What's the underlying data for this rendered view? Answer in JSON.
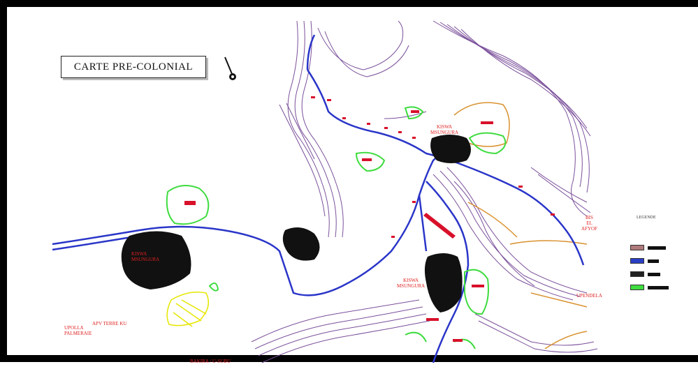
{
  "map": {
    "title": "CARTE  PRE-COLONIAL",
    "labels": [
      {
        "id": "l1",
        "text": "KISWA\nMSUNGURA"
      },
      {
        "id": "l2",
        "text": "KISWA\nMSUNGURA"
      },
      {
        "id": "l3",
        "text": "KISWA\nMSUNGURA"
      },
      {
        "id": "l4",
        "text": "BIS\nEL\nAFYOF"
      },
      {
        "id": "l5",
        "text": "UPENDELA"
      },
      {
        "id": "l6",
        "text": "APV TERRE KU"
      },
      {
        "id": "l7",
        "text": "UPOLLA\nPALMERAIE"
      },
      {
        "id": "l8",
        "text": "BAKIRA / U-SUBU"
      }
    ],
    "legend": {
      "title": "LEGENDE",
      "items": [
        {
          "color": "#b07a7a",
          "label": ""
        },
        {
          "color": "#2a3fc7",
          "label": ""
        },
        {
          "color": "#222222",
          "label": ""
        },
        {
          "color": "#3fdc3f",
          "label": ""
        }
      ]
    },
    "colors": {
      "river": "#2a35c8",
      "contour": "#7a4f9a",
      "zone": "#3fdc3f",
      "settlement": "#111111",
      "boundary": "#d9912f",
      "yellow": "#e6e600",
      "marker": "#d8102a"
    },
    "icons": [
      "compass-north-icon"
    ]
  }
}
